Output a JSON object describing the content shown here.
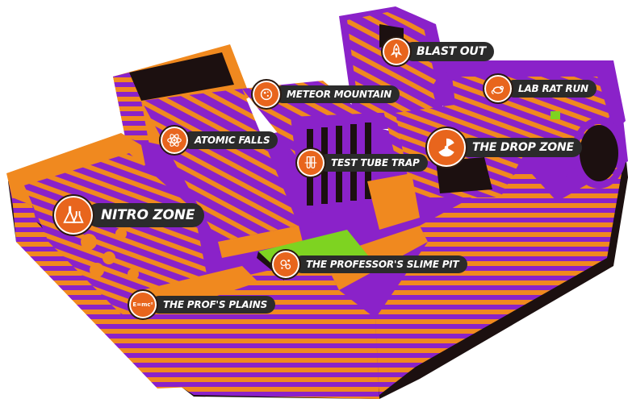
{
  "colors": {
    "orange": "#f0891f",
    "purple": "#8a22c9",
    "dark": "#1c1010",
    "slime": "#7ed321",
    "badge": "#e8651d",
    "label_bg": "#2b2b2b"
  },
  "zones": {
    "blast_out": {
      "label": "BLAST OUT",
      "icon": "rocket-icon"
    },
    "lab_rat_run": {
      "label": "LAB RAT RUN",
      "icon": "rat-icon"
    },
    "meteor_mountain": {
      "label": "METEOR MOUNTAIN",
      "icon": "meteor-icon"
    },
    "atomic_falls": {
      "label": "ATOMIC FALLS",
      "icon": "atom-icon"
    },
    "test_tube_trap": {
      "label": "TEST TUBE TRAP",
      "icon": "test-tubes-icon"
    },
    "the_drop_zone": {
      "label": "THE DROP ZONE",
      "icon": "radiation-icon"
    },
    "nitro_zone": {
      "label": "NITRO ZONE",
      "icon": "beakers-icon"
    },
    "professors_slime_pit": {
      "label": "THE PROFESSOR'S SLIME PIT",
      "icon": "bacteria-icon"
    },
    "profs_plains": {
      "label": "THE PROF'S PLAINS",
      "icon": "formula-icon",
      "icon_text": "E=mc²"
    }
  }
}
